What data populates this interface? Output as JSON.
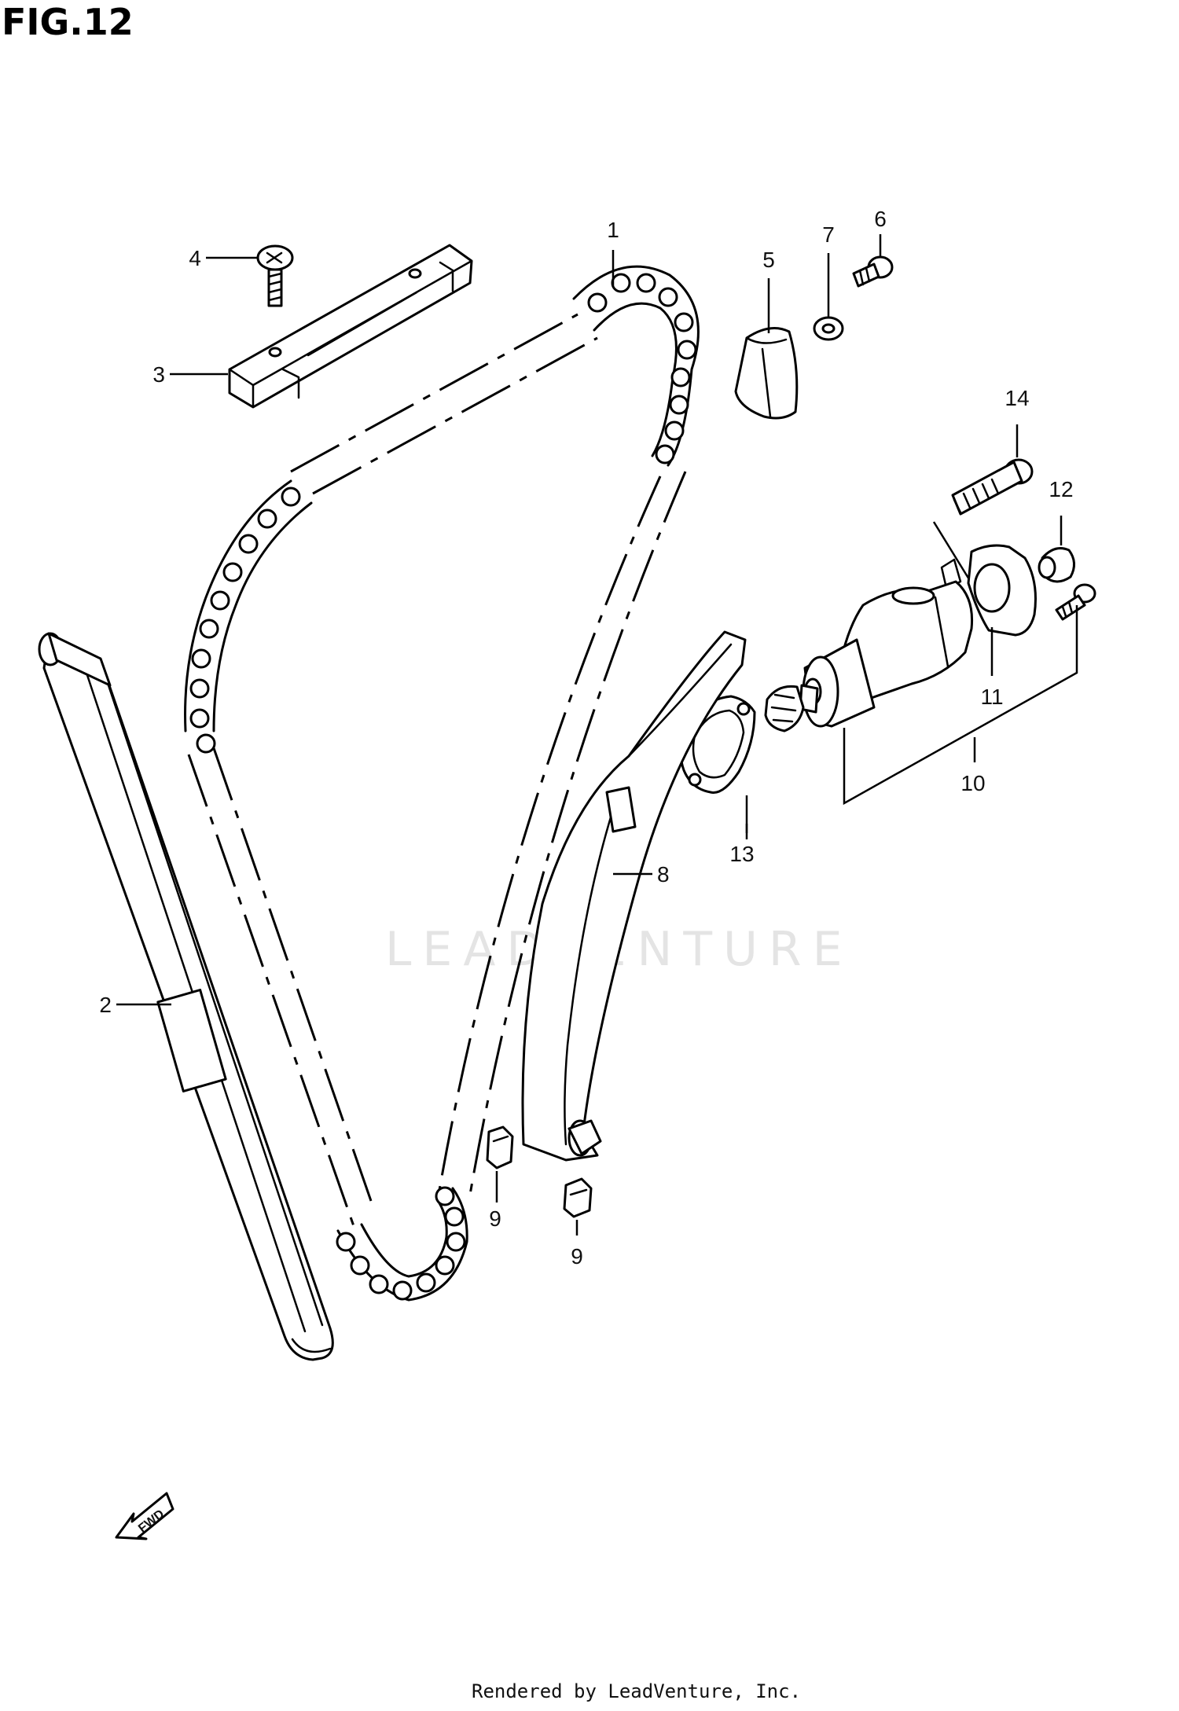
{
  "figure": {
    "title": "FIG.12"
  },
  "callouts": [
    "1",
    "2",
    "3",
    "4",
    "5",
    "6",
    "7",
    "8",
    "9",
    "9",
    "10",
    "11",
    "12",
    "13",
    "14"
  ],
  "fwd_label": "FWD",
  "watermark": "LEADVENTURE",
  "footer": "Rendered by LeadVenture, Inc."
}
